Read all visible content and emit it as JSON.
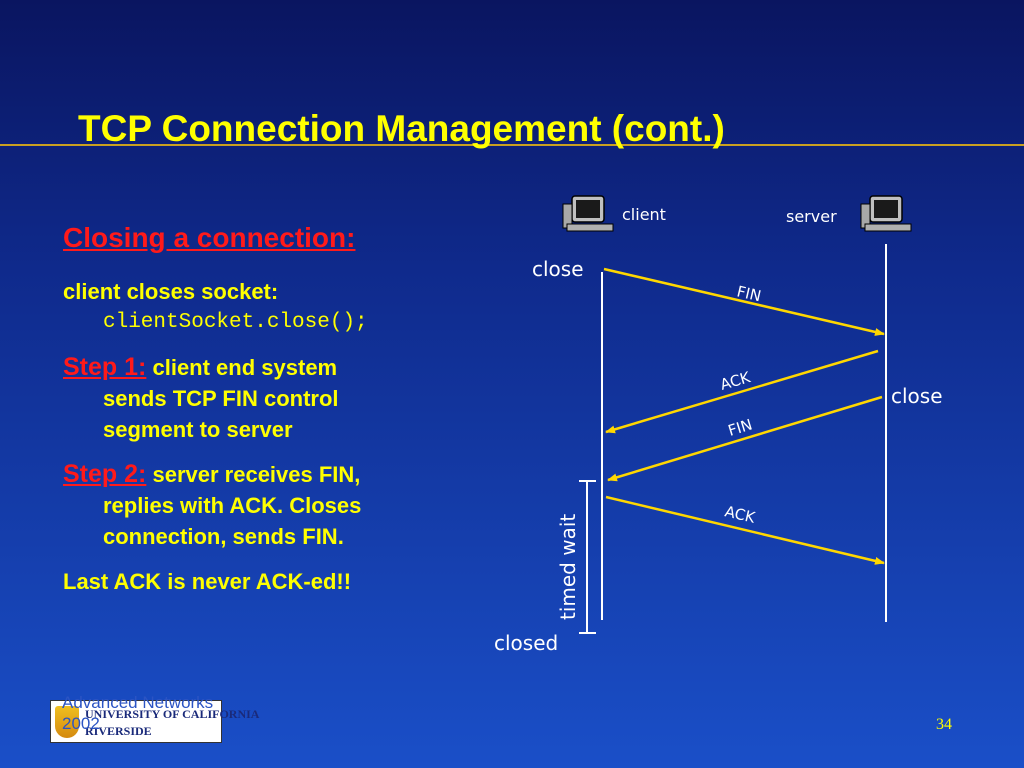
{
  "slide": {
    "title": "TCP Connection Management (cont.)",
    "page_number": "34"
  },
  "left_panel": {
    "heading": "Closing a connection:",
    "client_closes_label": "client closes socket:",
    "client_closes_code": "clientSocket.close();",
    "step1_label": "Step 1:",
    "step1_text_a": "client end system",
    "step1_text_b": "sends TCP FIN control",
    "step1_text_c": "segment to server",
    "step2_label": "Step 2:",
    "step2_text_a": "server receives FIN,",
    "step2_text_b": "replies with ACK. Closes",
    "step2_text_c": "connection, sends FIN.",
    "last_note": "Last ACK is never ACK-ed!!"
  },
  "diagram": {
    "client_label": "client",
    "server_label": "server",
    "client_close_label": "close",
    "server_close_label": "close",
    "timed_wait_label": "timed wait",
    "closed_label": "closed",
    "messages": [
      {
        "label": "FIN"
      },
      {
        "label": "ACK"
      },
      {
        "label": "FIN"
      },
      {
        "label": "ACK"
      }
    ],
    "arrow_color": "#ffd700",
    "line_color": "#ffffff"
  },
  "footer": {
    "line1": "Advanced Networks",
    "line2": "2002",
    "logo_text_1": "UNIVERSITY OF CALIFORNIA",
    "logo_text_2": "RIVERSIDE"
  }
}
